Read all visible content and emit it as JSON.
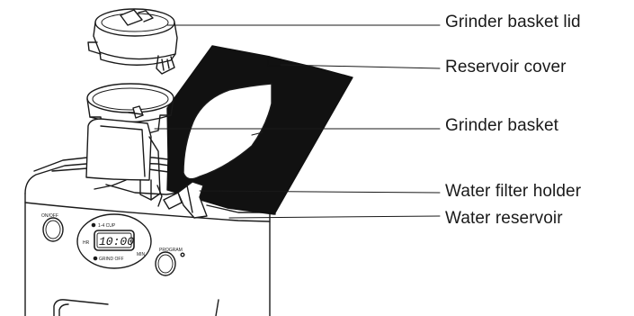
{
  "labels": {
    "grinder_basket_lid": "Grinder basket lid",
    "reservoir_cover": "Reservoir cover",
    "grinder_basket": "Grinder basket",
    "water_filter_holder": "Water filter holder",
    "water_reservoir": "Water reservoir"
  },
  "panel": {
    "on_off": "ON/OFF",
    "cup_size": "1-4 CUP",
    "hr": "HR",
    "min": "MIN",
    "clock": "10:00",
    "grind_off": "GRIND OFF",
    "program": "PROGRAM"
  }
}
